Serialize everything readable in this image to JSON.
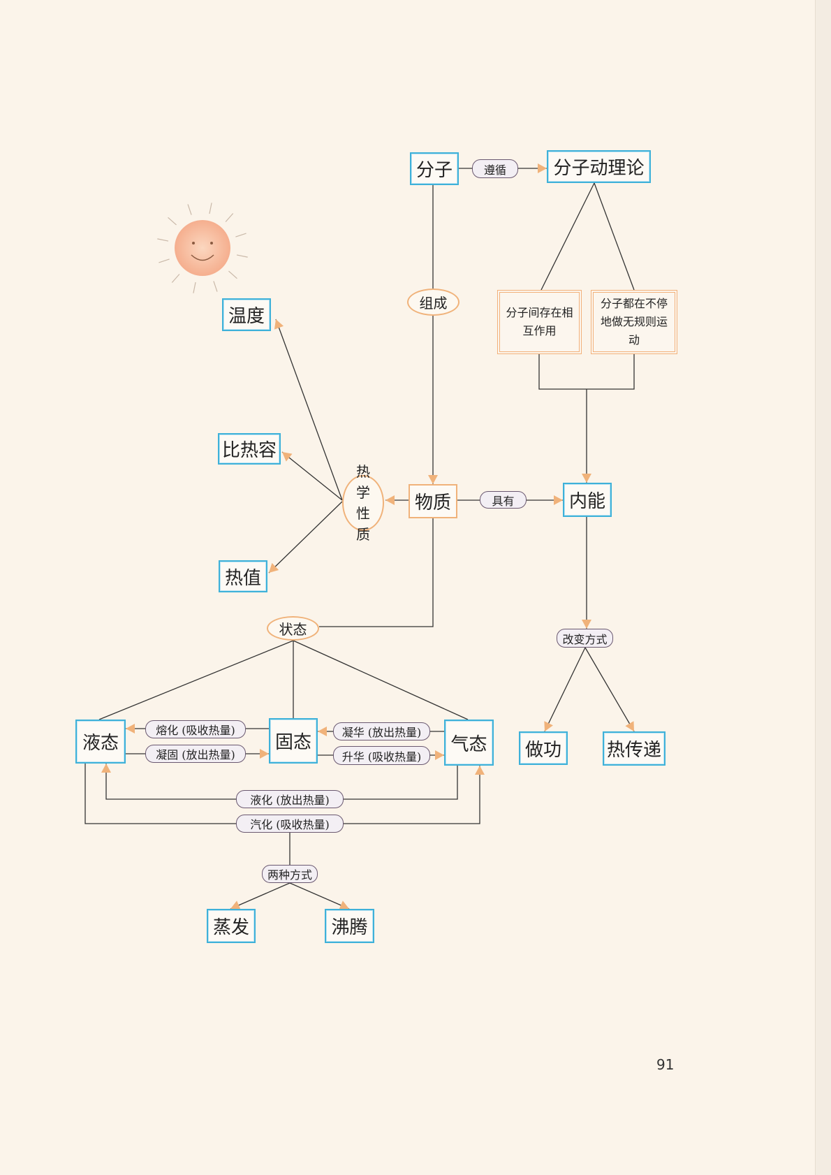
{
  "nodes": {
    "fenzi": "分子",
    "zunxun": "遵循",
    "fenzidonglilun": "分子动理论",
    "xianghu": "分子间存在相互作用",
    "yundong": "分子都在不停地做无规则运动",
    "zucheng": "组成",
    "wendu": "温度",
    "bireirong": "比热容",
    "rexuexingzhi": "热学性质",
    "wuzhi": "物质",
    "juyou": "具有",
    "neineng": "内能",
    "rezhi": "热值",
    "zhuangtai": "状态",
    "gaibianfangshi": "改变方式",
    "yetai": "液态",
    "ronghua": "熔化 (吸收热量)",
    "ninggu": "凝固 (放出热量)",
    "gutai": "固态",
    "ninghua": "凝华 (放出热量)",
    "shenghua": "升华 (吸收热量)",
    "qitai": "气态",
    "zuogong": "做功",
    "rechuandi": "热传递",
    "yehua": "液化 (放出热量)",
    "qihua": "汽化 (吸收热量)",
    "liangzhongfangshi": "两种方式",
    "zhengfa": "蒸发",
    "feiteng": "沸腾"
  },
  "page_number": "91",
  "colors": {
    "box_border": "#3eb1d9",
    "accent": "#f0b27a",
    "pill_border": "#6a5870",
    "background": "#fbf4ea"
  }
}
